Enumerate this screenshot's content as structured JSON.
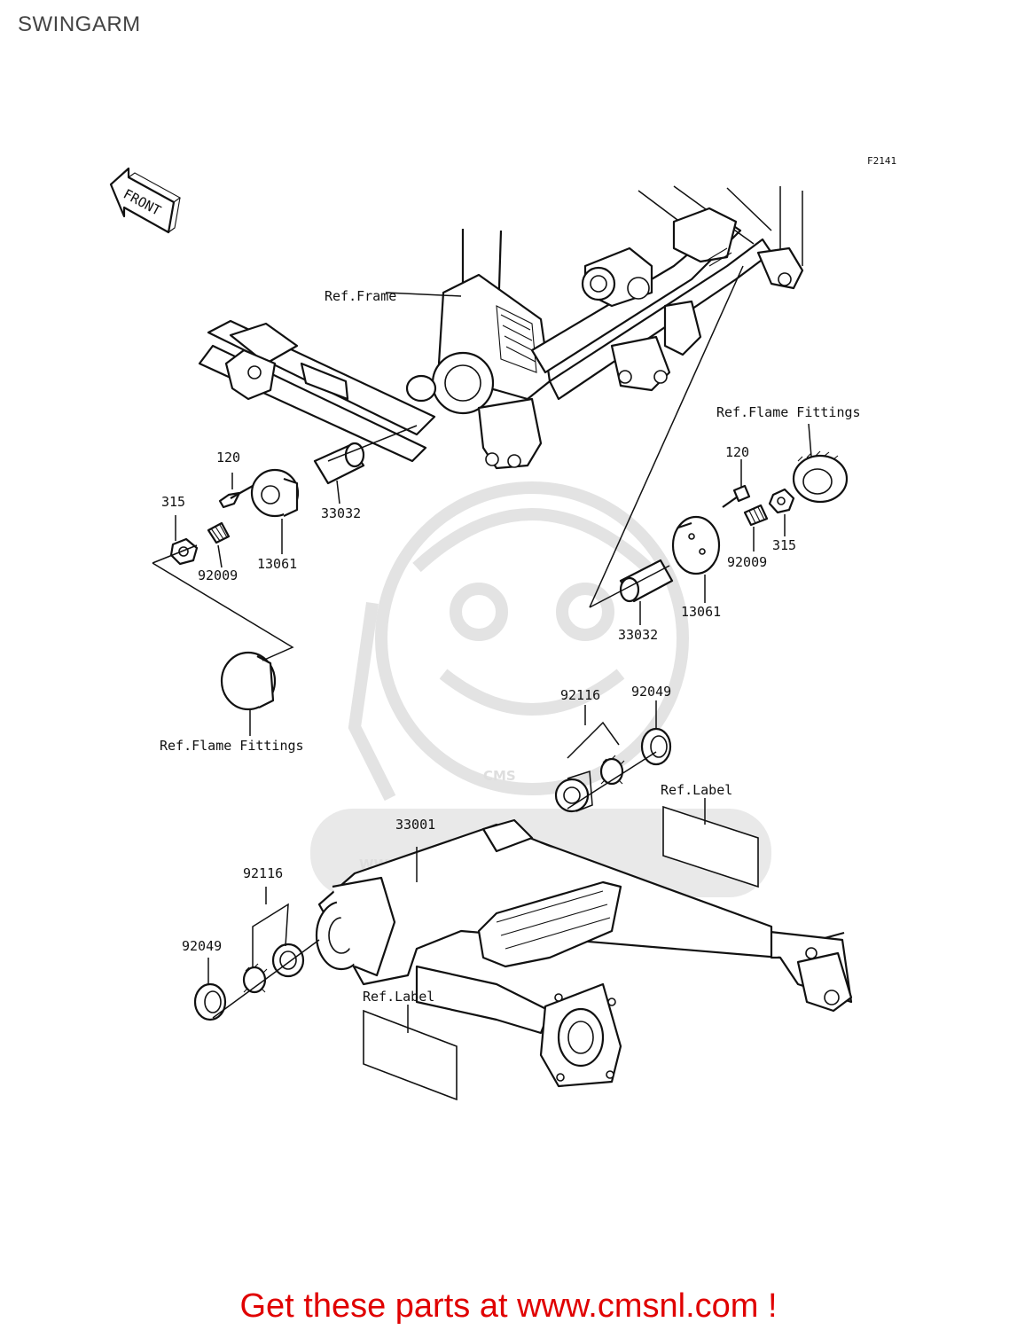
{
  "title": "SWINGARM",
  "figure_code": "F2141",
  "front_label": "FRONT",
  "watermark": {
    "brand": "CMS",
    "url": "WWW.CMSNL.COM"
  },
  "labels": {
    "ref_frame": "Ref.Frame",
    "ref_flame_fittings_right": "Ref.Flame Fittings",
    "ref_flame_fittings_left": "Ref.Flame Fittings",
    "ref_label_right": "Ref.Label",
    "ref_label_left": "Ref.Label",
    "left_120": "120",
    "left_315": "315",
    "left_33032": "33032",
    "left_13061": "13061",
    "left_92009": "92009",
    "right_120": "120",
    "right_315": "315",
    "right_92009": "92009",
    "right_13061": "13061",
    "right_33032": "33032",
    "upper_92116": "92116",
    "upper_92049": "92049",
    "swingarm_33001": "33001",
    "lower_92116": "92116",
    "lower_92049": "92049"
  },
  "footer": "Get these parts at www.cmsnl.com !",
  "colors": {
    "footer": "#e00000",
    "lines": "#111111",
    "watermark": "#e3e3e3"
  }
}
